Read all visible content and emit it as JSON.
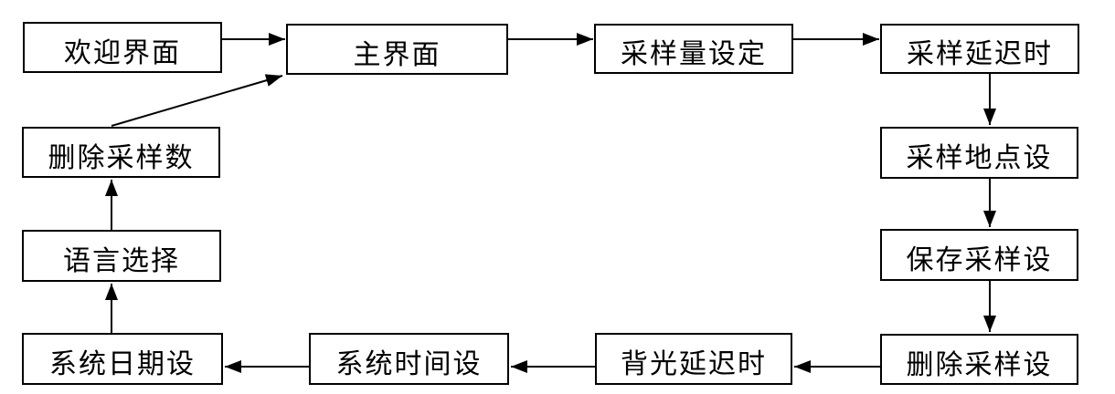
{
  "diagram": {
    "type": "flowchart",
    "colors": {
      "background": "#ffffff",
      "box_border": "#000000",
      "box_fill": "#ffffff",
      "arrow": "#000000",
      "text": "#000000"
    },
    "nodes": [
      {
        "id": "welcome-screen",
        "label": "欢迎界面"
      },
      {
        "id": "main-screen",
        "label": "主界面"
      },
      {
        "id": "sample-volume-setting",
        "label": "采样量设定"
      },
      {
        "id": "sample-delay-time",
        "label": "采样延迟时"
      },
      {
        "id": "sample-location-setting",
        "label": "采样地点设"
      },
      {
        "id": "save-sample-setting",
        "label": "保存采样设"
      },
      {
        "id": "delete-sample-setting",
        "label": "删除采样设"
      },
      {
        "id": "backlight-delay-time",
        "label": "背光延迟时"
      },
      {
        "id": "system-time-setting",
        "label": "系统时间设"
      },
      {
        "id": "system-date-setting",
        "label": "系统日期设"
      },
      {
        "id": "language-selection",
        "label": "语言选择"
      },
      {
        "id": "delete-sample-data",
        "label": "删除采样数"
      }
    ],
    "edges": [
      {
        "from": "welcome-screen",
        "to": "main-screen",
        "direction": "right"
      },
      {
        "from": "main-screen",
        "to": "sample-volume-setting",
        "direction": "right"
      },
      {
        "from": "sample-volume-setting",
        "to": "sample-delay-time",
        "direction": "right"
      },
      {
        "from": "sample-delay-time",
        "to": "sample-location-setting",
        "direction": "down"
      },
      {
        "from": "sample-location-setting",
        "to": "save-sample-setting",
        "direction": "down"
      },
      {
        "from": "save-sample-setting",
        "to": "delete-sample-setting",
        "direction": "down"
      },
      {
        "from": "delete-sample-setting",
        "to": "backlight-delay-time",
        "direction": "left"
      },
      {
        "from": "backlight-delay-time",
        "to": "system-time-setting",
        "direction": "left"
      },
      {
        "from": "system-time-setting",
        "to": "system-date-setting",
        "direction": "left"
      },
      {
        "from": "system-date-setting",
        "to": "language-selection",
        "direction": "up"
      },
      {
        "from": "language-selection",
        "to": "delete-sample-data",
        "direction": "up"
      },
      {
        "from": "delete-sample-data",
        "to": "main-screen",
        "direction": "up-right-diagonal"
      }
    ]
  }
}
